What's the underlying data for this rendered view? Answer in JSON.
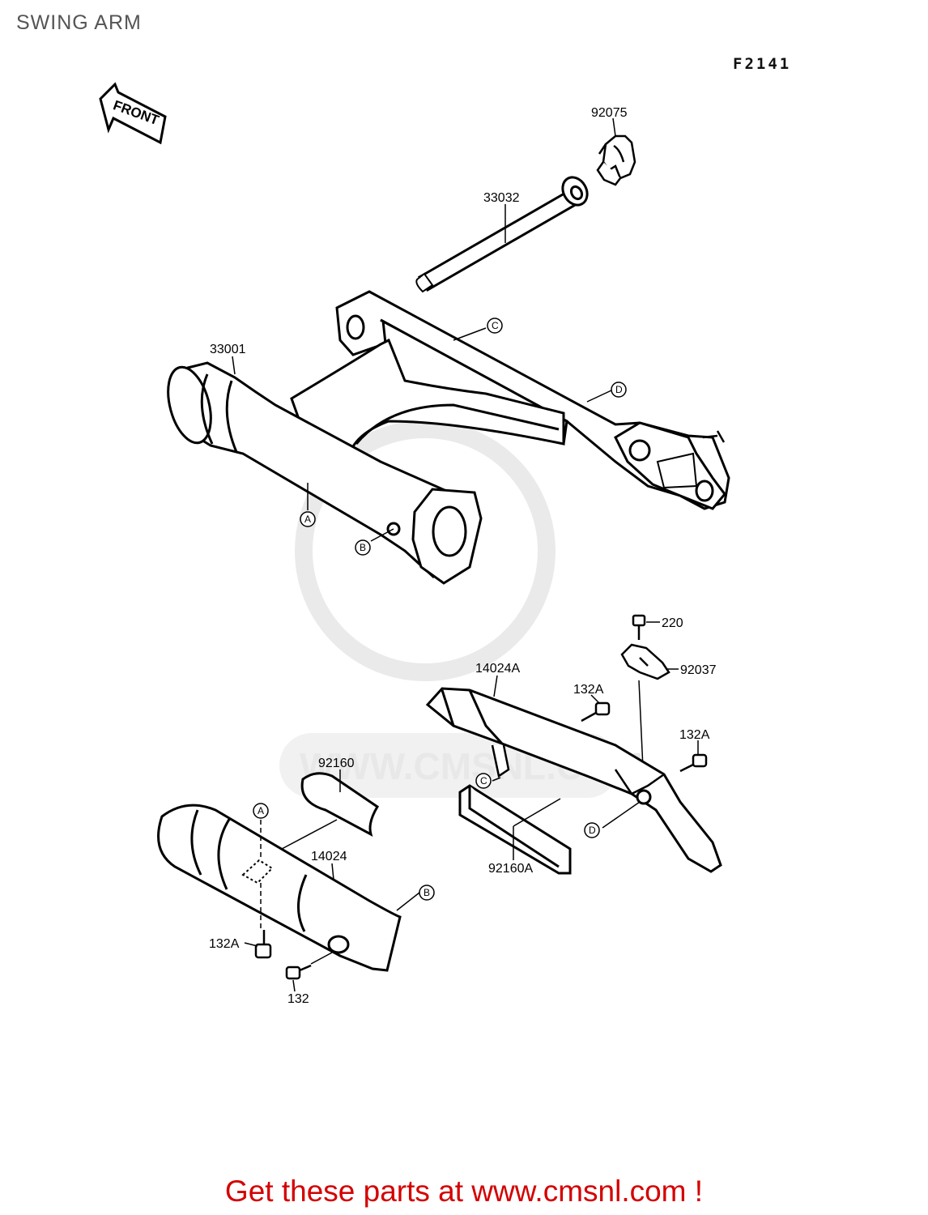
{
  "page": {
    "title": "SWING ARM",
    "figure_code": "F2141",
    "watermark": "WWW.CMSNL.COM",
    "footer_link_text": "Get these parts at www.cmsnl.com !"
  },
  "diagram": {
    "front_arrow_text": "FRONT",
    "ref_letters": [
      "A",
      "B",
      "C",
      "D"
    ],
    "parts": {
      "p92075": "92075",
      "p33032": "33032",
      "p33001": "33001",
      "p220": "220",
      "p92037": "92037",
      "p14024A": "14024A",
      "p132A_a": "132A",
      "p132A_b": "132A",
      "p92160": "92160",
      "p14024": "14024",
      "p92160A": "92160A",
      "p132A_c": "132A",
      "p132": "132"
    }
  }
}
